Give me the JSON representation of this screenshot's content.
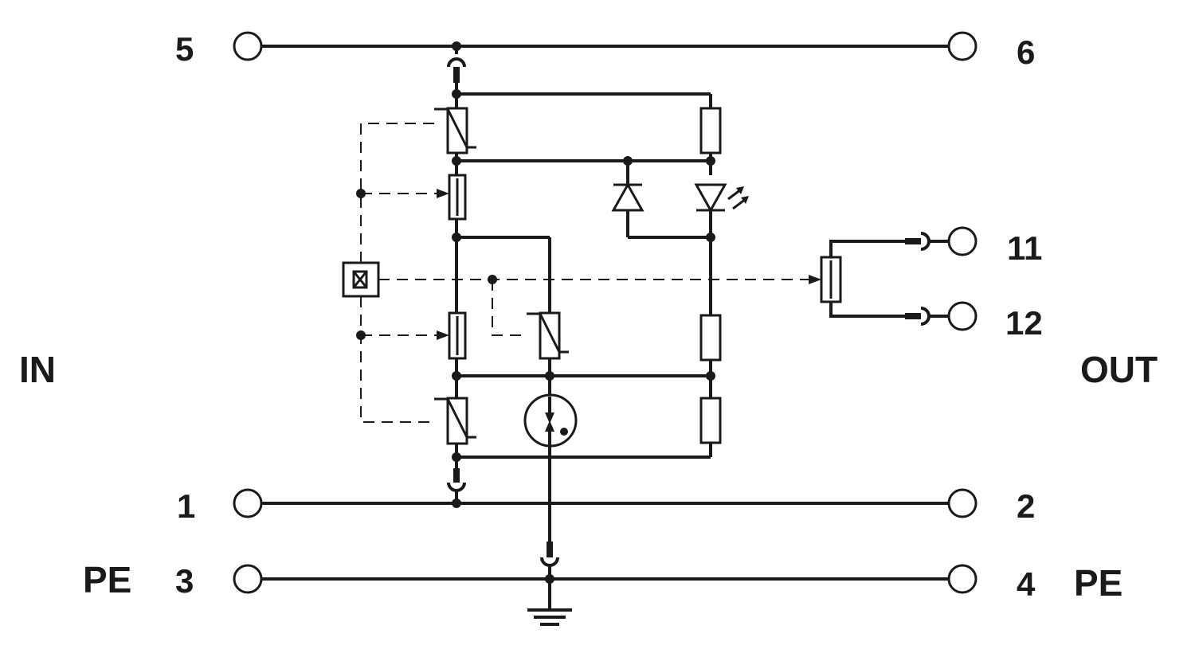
{
  "labels": {
    "in": "IN",
    "out": "OUT",
    "pe_left": "PE",
    "pe_right": "PE"
  },
  "terminals": {
    "t1": "1",
    "t2": "2",
    "t3": "3",
    "t4": "4",
    "t5": "5",
    "t6": "6",
    "t11": "11",
    "t12": "12"
  },
  "colors": {
    "ink": "#1a1a1a",
    "background": "#ffffff"
  }
}
